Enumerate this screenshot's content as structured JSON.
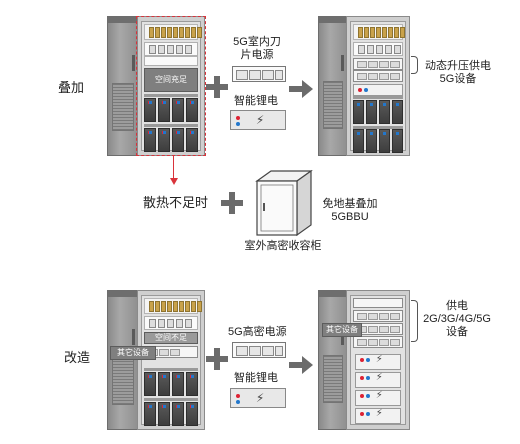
{
  "row_labels": {
    "stack": "叠加",
    "retrofit": "改造"
  },
  "top_row": {
    "left_cabinet": {
      "space_label": "空间充足"
    },
    "equipment_1": {
      "label": "5G室内刀片电源"
    },
    "equipment_2": {
      "label": "智能锂电"
    },
    "result_annotation": "动态升压供电5G设备"
  },
  "middle_row": {
    "condition": "散热不足时",
    "outdoor_cabinet_label": "室外高密收容柜",
    "result": "免地基叠加5GBBU"
  },
  "bottom_row": {
    "left_cabinet": {
      "space_label": "空间不足",
      "other_label": "其它设备"
    },
    "equipment_1": {
      "label": "5G高密电源"
    },
    "equipment_2": {
      "label": "智能锂电"
    },
    "right_cabinet": {
      "other_label": "其它设备"
    },
    "result_annotation": "供电2G/3G/4G/5G设备"
  },
  "colors": {
    "accent_red": "#d9333b",
    "arrow_gray": "#6b6b6b",
    "battery_dark": "#3d3d3d"
  },
  "icons": [
    "plus-icon",
    "arrow-right-icon",
    "lightning-bolt-icon",
    "cabinet-icon"
  ]
}
